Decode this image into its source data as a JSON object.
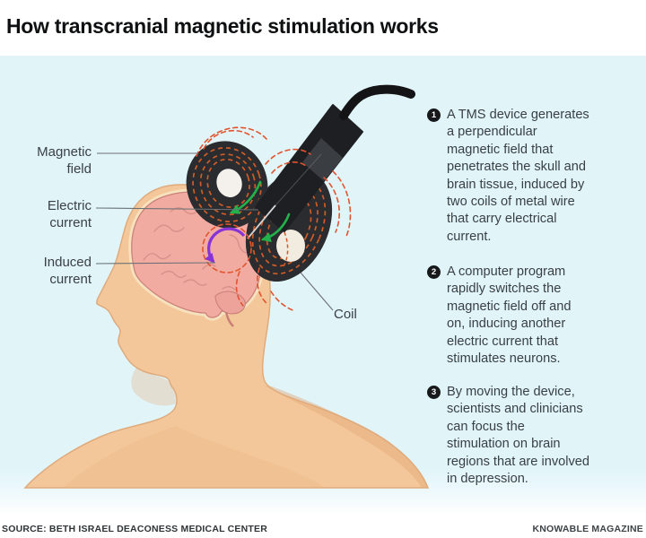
{
  "title": "How transcranial magnetic stimulation works",
  "diagram": {
    "labels": [
      {
        "id": "magnetic-field",
        "text": "Magnetic\nfield"
      },
      {
        "id": "electric-current",
        "text": "Electric\ncurrent"
      },
      {
        "id": "induced-current",
        "text": "Induced\ncurrent"
      },
      {
        "id": "coil",
        "text": "Coil"
      }
    ]
  },
  "steps": [
    {
      "number": "1",
      "text": "A TMS device generates\na perpendicular\nmagnetic field that\npenetrates the skull and\nbrain tissue, induced by\ntwo coils of metal wire\nthat carry electrical\ncurrent."
    },
    {
      "number": "2",
      "text": "A computer program\nrapidly switches the\nmagnetic field off and\non, inducing another\nelectric current that\nstimulates neurons."
    },
    {
      "number": "3",
      "text": "By moving the device,\nscientists and clinicians\ncan focus the\nstimulation on brain\nregions that are involved\nin depression."
    }
  ],
  "footer": {
    "source": "SOURCE: BETH ISRAEL DEACONESS MEDICAL CENTER",
    "brand": "KNOWABLE MAGAZINE"
  },
  "colors": {
    "panel_background": "#e1f5f9",
    "skin": "#f4c79a",
    "skin_outline": "#dfab7d",
    "brain": "#f2aba1",
    "skull_halo": "#f6e4c1",
    "coil_body": "#2a2c2f",
    "coil_wire_orange": "#cf5c28",
    "magnetic_field_red": "#e2542f",
    "electric_current_green": "#22b24c",
    "induced_current_purple": "#8733d6",
    "text_dark": "#394045"
  }
}
